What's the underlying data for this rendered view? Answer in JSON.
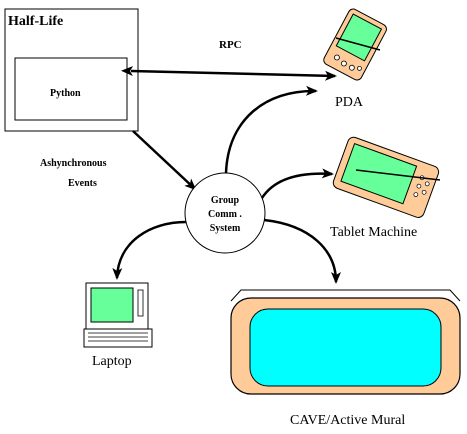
{
  "diagram": {
    "half_life_label": "Half-Life",
    "python_label": "Python",
    "rpc_label": "RPC",
    "async_events_line1": "Ashynchronous",
    "async_events_line2": "Events",
    "group_comm_line1": "Group",
    "group_comm_line2": "Comm .",
    "group_comm_line3": "System",
    "pda_label": "PDA",
    "tablet_label": "Tablet Machine",
    "laptop_label": "Laptop",
    "cave_label": "CAVE/Active Mural"
  },
  "colors": {
    "screen_green": "#66ff99",
    "pda_body": "#ffcc99",
    "tablet_body": "#ffcc99",
    "cave_outer": "#ffcc99",
    "cave_screen": "#00ffff"
  }
}
